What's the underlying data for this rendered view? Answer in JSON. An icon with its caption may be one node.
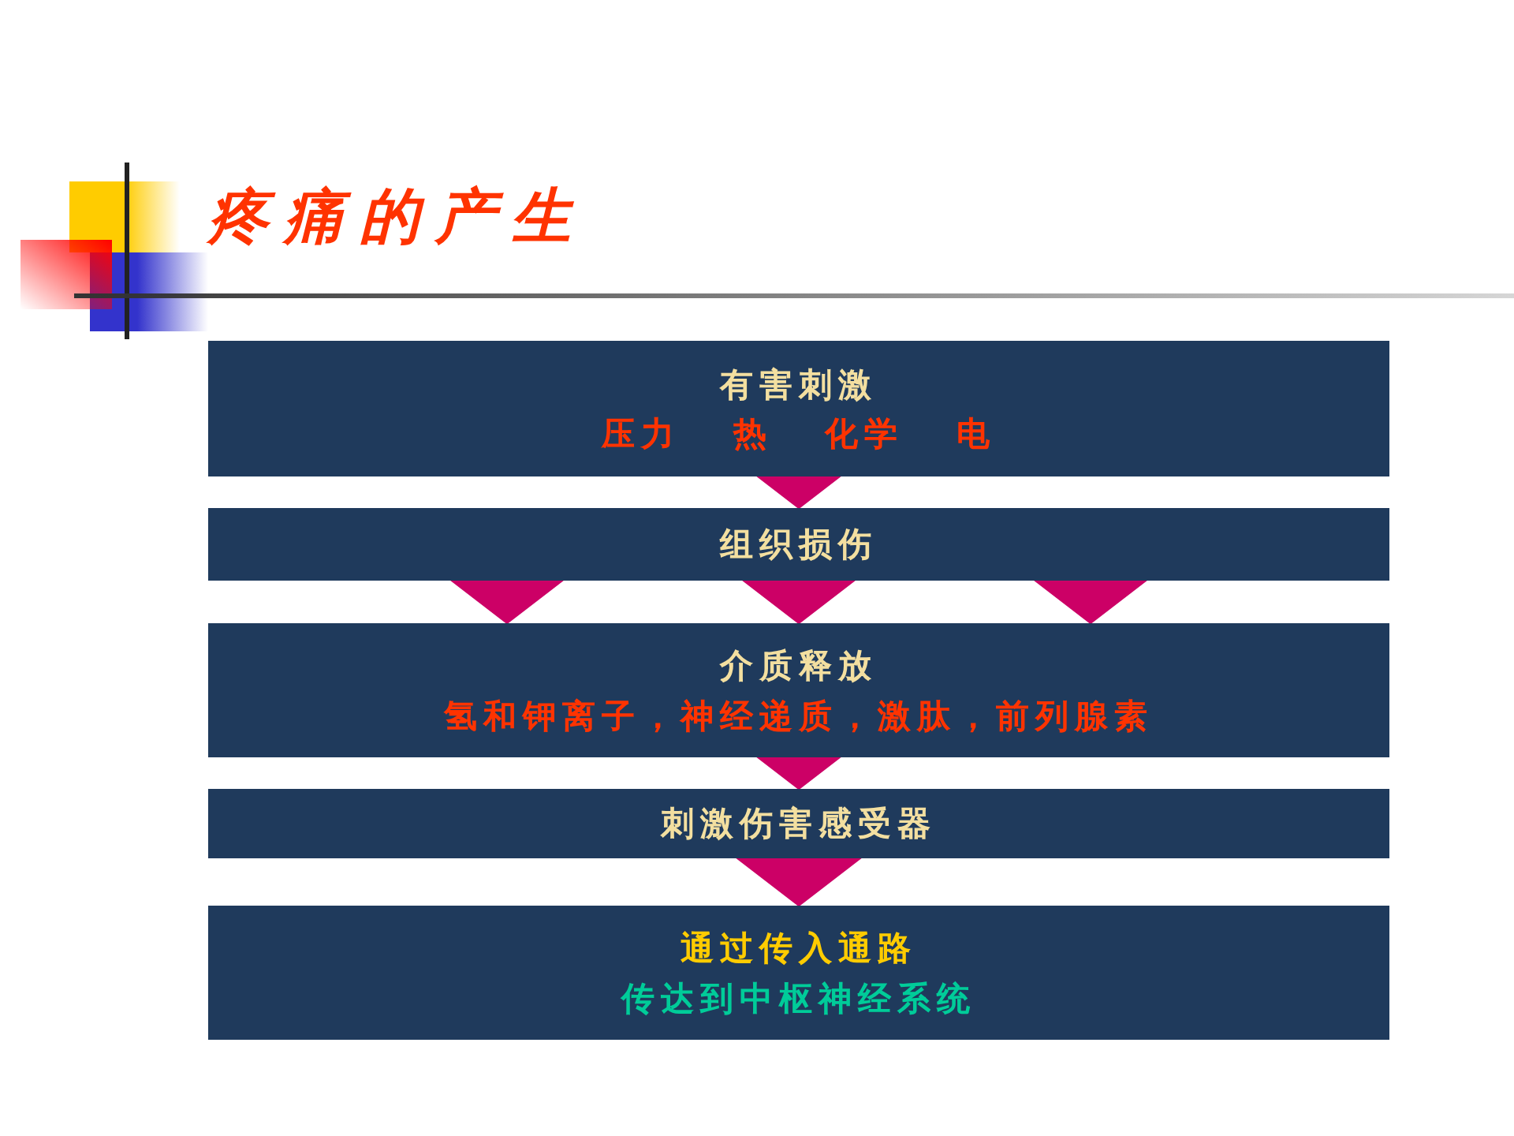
{
  "diagram": {
    "title": "疼痛的产生",
    "nodes": [
      {
        "text": [
          "有害刺激",
          "压力 热 化学 电"
        ]
      },
      {
        "text": [
          "组织损伤"
        ]
      },
      {
        "text": [
          "介质释放",
          "氢和钾离子，神经递质，激肽，前列腺素"
        ]
      },
      {
        "text": [
          "刺激伤害感受器"
        ]
      },
      {
        "text": [
          "通过传入通路",
          "传达到中枢神经系统"
        ]
      }
    ],
    "edges": [
      {
        "from": 0,
        "to": 1,
        "arrow": "to"
      },
      {
        "from": 1,
        "to": 2,
        "arrow": "to"
      },
      {
        "from": 1,
        "to": 2,
        "arrow": "to"
      },
      {
        "from": 1,
        "to": 2,
        "arrow": "to"
      },
      {
        "from": 2,
        "to": 3,
        "arrow": "to"
      },
      {
        "from": 3,
        "to": 4,
        "arrow": "to"
      }
    ]
  }
}
